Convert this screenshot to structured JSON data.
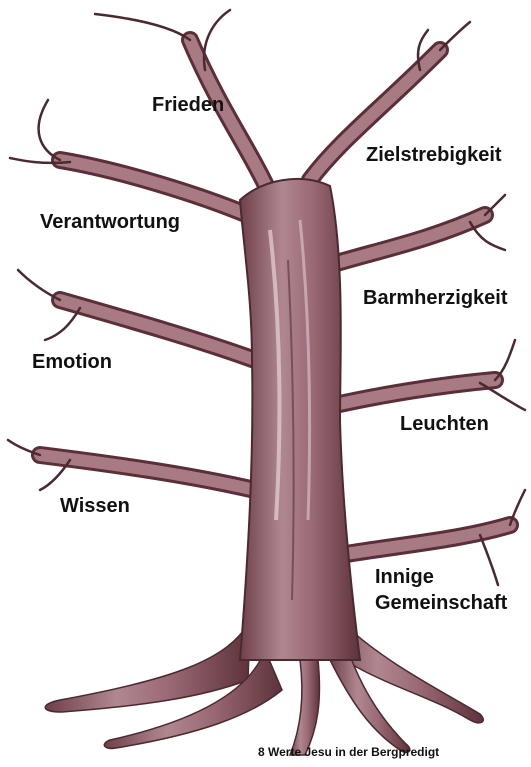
{
  "values": {
    "frieden": "Frieden",
    "zielstrebigkeit": "Zielstrebigkeit",
    "verantwortung": "Verantwortung",
    "barmherzigkeit": "Barmherzigkeit",
    "emotion": "Emotion",
    "leuchten": "Leuchten",
    "wissen": "Wissen",
    "gemeinschaft_line1": "Innige",
    "gemeinschaft_line2": "Gemeinschaft"
  },
  "caption": "8 Werte Jesu in der Bergpredigt",
  "colors": {
    "bark": "#9e6e78",
    "bark_dark": "#5a2f38",
    "bark_light": "#e8d2d8",
    "text": "#111111",
    "background": "#ffffff"
  }
}
